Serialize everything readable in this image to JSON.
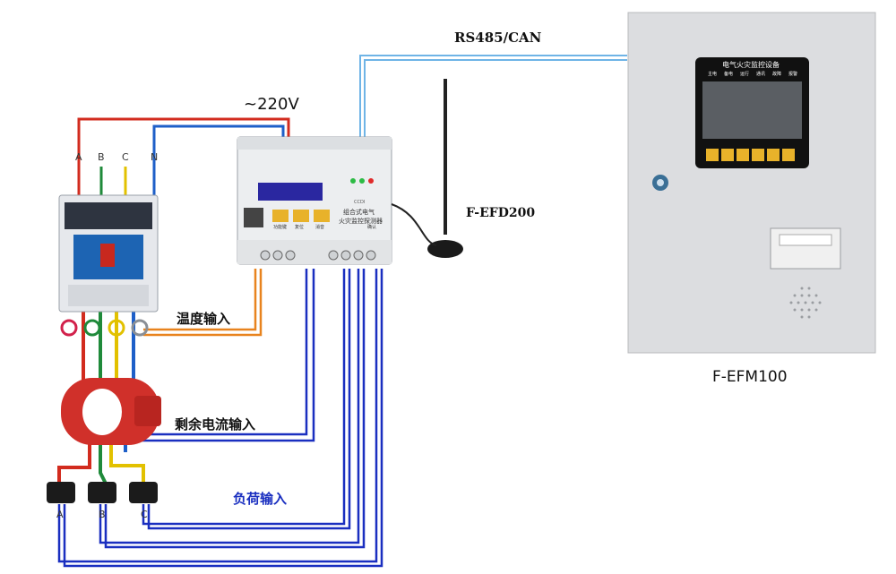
{
  "labels": {
    "bus": "RS485/CAN",
    "voltage": "~220V",
    "phase_a": "A",
    "phase_b": "B",
    "phase_c": "C",
    "neutral": "N",
    "detector_model": "F-EFD200",
    "temp_input": "温度输入",
    "residual_input": "剩余电流输入",
    "load_input": "负荷输入",
    "ct_a": "A",
    "ct_b": "B",
    "ct_c": "C",
    "monitor_model": "F-EFM100"
  },
  "detector": {
    "brand": "CCDI",
    "title_line1": "组合式电气",
    "title_line2": "火灾监控探测器",
    "buttons": [
      "功能键",
      "复位",
      "消音",
      "确认"
    ]
  },
  "monitor_panel": {
    "header": "电气火灾监控设备",
    "indicators": [
      "主电",
      "备电",
      "运行",
      "通讯",
      "故障",
      "报警"
    ]
  },
  "colors": {
    "phase_a": "#d22b1e",
    "phase_b": "#1f8a3a",
    "phase_c": "#e2c100",
    "neutral": "#1e5fc8",
    "signal_blue": "#1a2fc0",
    "temp_orange": "#e8831e",
    "bus_light": "#6fb4e6",
    "load_label": "#1a2fc0"
  }
}
